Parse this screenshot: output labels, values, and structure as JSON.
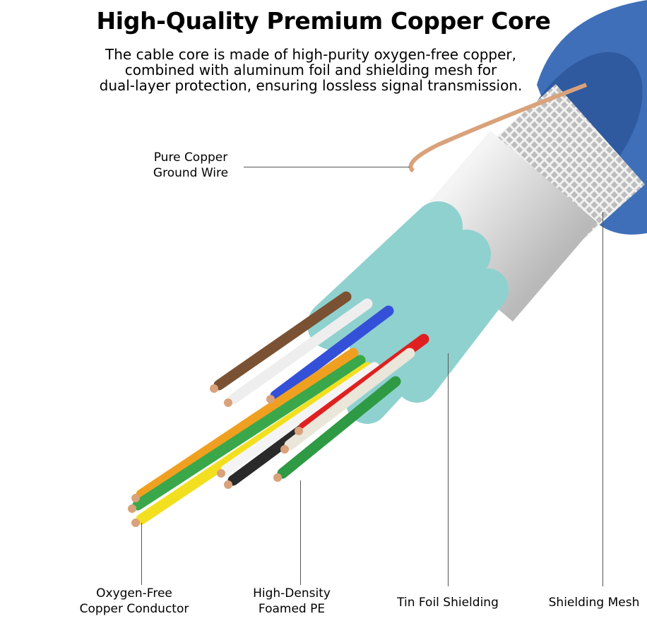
{
  "title": "High-Quality Premium Copper Core",
  "description": [
    "The cable core is made of high-purity oxygen-free copper,",
    "combined with aluminum foil and shielding mesh for",
    "dual-layer protection, ensuring lossless signal transmission."
  ],
  "labels": {
    "ground_wire": [
      "Pure Copper",
      "Ground Wire"
    ],
    "conductor": [
      "Oxygen-Free",
      "Copper Conductor"
    ],
    "foamed_pe": [
      "High-Density",
      "Foamed PE"
    ],
    "tin_foil": "Tin Foil Shielding",
    "mesh": "Shielding Mesh"
  },
  "colors": {
    "jacket": "#3f6fb8",
    "foil": "#d9d9d9",
    "insulation_tube": "#8fd1cf",
    "copper": "#d9a27a"
  }
}
